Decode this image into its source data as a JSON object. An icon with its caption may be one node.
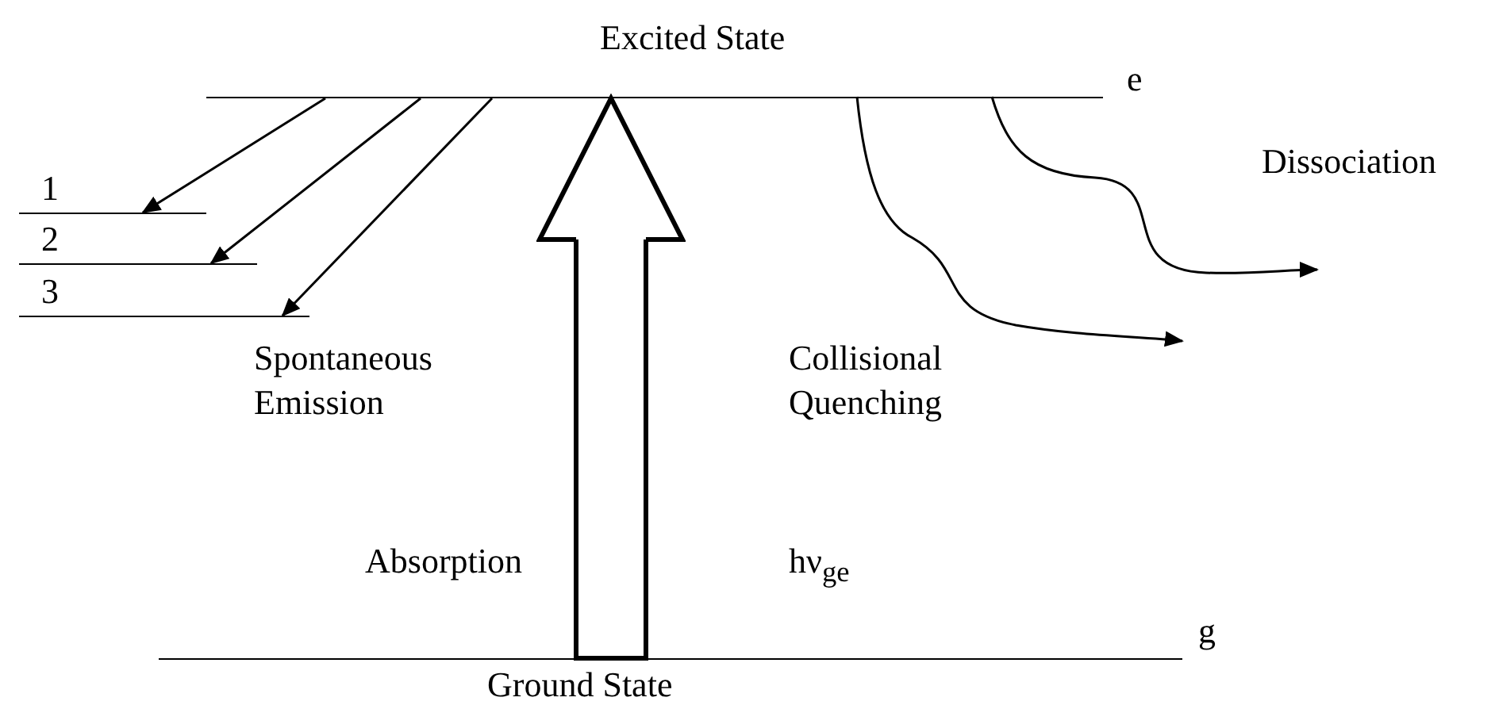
{
  "diagram": {
    "nodes": [
      {
        "text": [
          "Excited State"
        ],
        "beside": [
          "e"
        ]
      },
      {
        "text": [
          "1"
        ]
      },
      {
        "text": [
          "2"
        ]
      },
      {
        "text": [
          "3"
        ]
      },
      {
        "text": [
          "Ground State"
        ],
        "beside": [
          "g"
        ]
      }
    ],
    "edges": [
      {
        "from": 0,
        "to": 1,
        "arrow": "to"
      },
      {
        "from": 0,
        "to": 2,
        "arrow": "to"
      },
      {
        "from": 0,
        "to": 3,
        "arrow": "to"
      },
      {
        "from": 4,
        "to": 0,
        "arrow": "to",
        "style": "thick"
      },
      {
        "from": 0,
        "to": null,
        "arrow": "to"
      },
      {
        "from": 0,
        "to": null,
        "arrow": "to"
      }
    ],
    "labels": [
      "Dissociation",
      "Spontaneous Emission",
      "Collisional Quenching",
      "Absorption",
      "hν$_{ge}$"
    ]
  }
}
